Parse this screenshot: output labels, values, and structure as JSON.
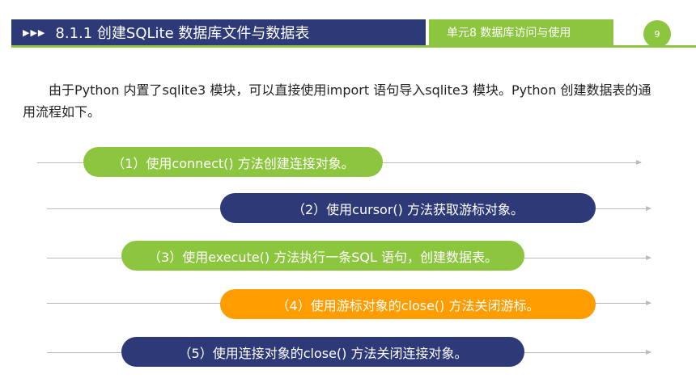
{
  "header": {
    "arrows": "▶▶▶",
    "title": "8.1.1 创建SQLite 数据库文件与数据表",
    "unit": "单元8   数据库访问与使用",
    "page_number": "9"
  },
  "intro": {
    "text": "由于Python 内置了sqlite3 模块，可以直接使用import 语句导入sqlite3 模块。Python 创建数据表的通用流程如下。"
  },
  "steps": [
    {
      "label": "（1）使用connect() 方法创建连接对象。",
      "color": "#8cc63f"
    },
    {
      "label": "（2）使用cursor() 方法获取游标对象。",
      "color": "#2e3a78"
    },
    {
      "label": "（3）使用execute() 方法执行一条SQL 语句，创建数据表。",
      "color": "#8cc63f"
    },
    {
      "label": "（4）使用游标对象的close() 方法关闭游标。",
      "color": "#ff9c00"
    },
    {
      "label": "（5）使用连接对象的close() 方法关闭连接对象。",
      "color": "#2e3a78"
    }
  ]
}
